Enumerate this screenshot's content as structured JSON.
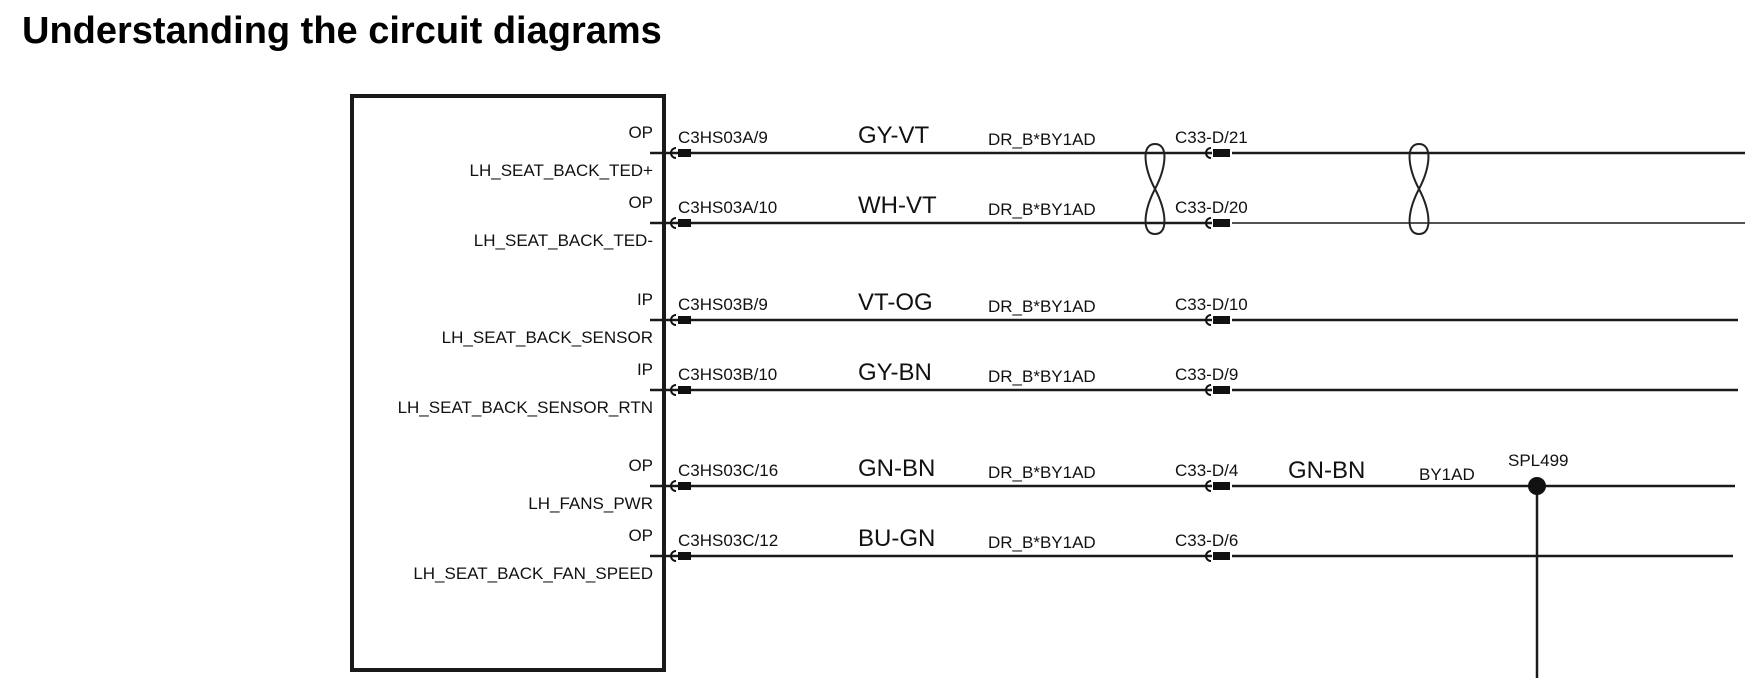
{
  "title": "Understanding the circuit diagrams",
  "circuits": [
    {
      "pin_type": "OP",
      "signal": "LH_SEAT_BACK_TED+",
      "module_connector": "C3HS03A/9",
      "wire_color": "GY-VT",
      "harness": "DR_B*BY1AD",
      "inline_connector": "C33-D/21"
    },
    {
      "pin_type": "OP",
      "signal": "LH_SEAT_BACK_TED-",
      "module_connector": "C3HS03A/10",
      "wire_color": "WH-VT",
      "harness": "DR_B*BY1AD",
      "inline_connector": "C33-D/20"
    },
    {
      "pin_type": "IP",
      "signal": "LH_SEAT_BACK_SENSOR",
      "module_connector": "C3HS03B/9",
      "wire_color": "VT-OG",
      "harness": "DR_B*BY1AD",
      "inline_connector": "C33-D/10"
    },
    {
      "pin_type": "IP",
      "signal": "LH_SEAT_BACK_SENSOR_RTN",
      "module_connector": "C3HS03B/10",
      "wire_color": "GY-BN",
      "harness": "DR_B*BY1AD",
      "inline_connector": "C33-D/9"
    },
    {
      "pin_type": "OP",
      "signal": "LH_FANS_PWR",
      "module_connector": "C3HS03C/16",
      "wire_color": "GN-BN",
      "harness": "DR_B*BY1AD",
      "inline_connector": "C33-D/4"
    },
    {
      "pin_type": "OP",
      "signal": "LH_SEAT_BACK_FAN_SPEED",
      "module_connector": "C3HS03C/12",
      "wire_color": "BU-GN",
      "harness": "DR_B*BY1AD",
      "inline_connector": "C33-D/6"
    }
  ],
  "extension": {
    "wire_color": "GN-BN",
    "harness": "BY1AD",
    "splice": "SPL499"
  }
}
